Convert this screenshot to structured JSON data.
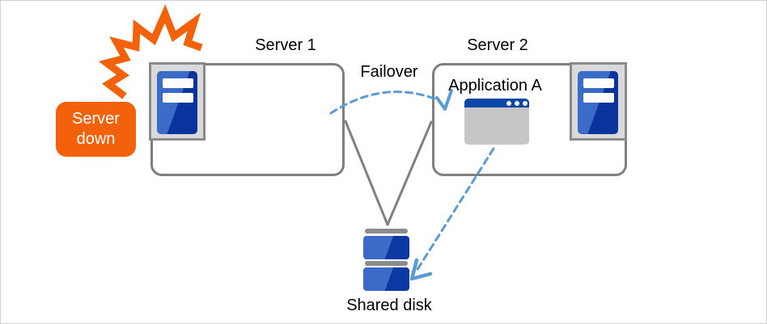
{
  "diagram": {
    "title_context": "Failover cluster diagram",
    "badge": {
      "lines": [
        "Server",
        "down"
      ]
    },
    "server1": {
      "title": "Server 1"
    },
    "server2": {
      "title": "Server 2",
      "application_label": "Application A"
    },
    "failover_label": "Failover",
    "shared_disk_label": "Shared disk"
  },
  "icons": {
    "explosion": "explosion-burst-icon",
    "server1_hardware": "server-icon",
    "server2_hardware": "server-icon",
    "application": "application-window-icon",
    "storage": "shared-disk-icon",
    "failover_arrow": "dashed-curved-arrow",
    "disk_access_arrow": "dashed-straight-arrow"
  },
  "colors": {
    "alert_orange": "#f4610b",
    "server_blue_light": "#3a6bc8",
    "server_blue_dark": "#0b339e",
    "titlebar_blue": "#0947a6",
    "window_body_gray": "#c6c6c6",
    "box_border_gray": "#7f7f7f",
    "icon_plate_gray": "#d9d9d9",
    "disk_cap_gray": "#8c8c8c",
    "connector_gray": "#808080",
    "dashed_arrow_blue": "#5b9bd5",
    "text_black": "#000000",
    "badge_text_white": "#ffffff"
  }
}
